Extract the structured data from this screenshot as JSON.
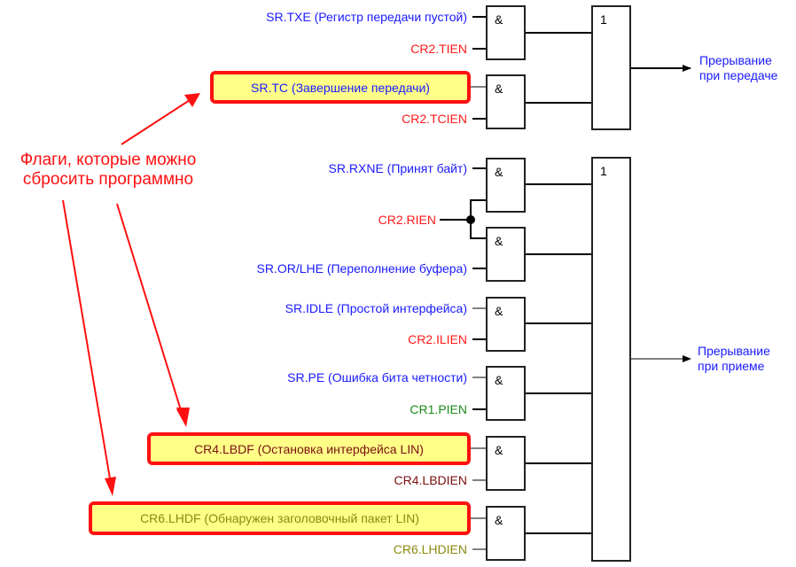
{
  "colors": {
    "flag_blue": "#1a1aff",
    "enable_red": "#ff1a1a",
    "enable_green": "#1a8c1a",
    "lin_dark_red": "#7a1010",
    "lin_olive": "#8a8a10",
    "highlight_fill": "#ffff88",
    "highlight_border": "#ff1010",
    "annotation_red": "#ff1010",
    "output_blue": "#1a1aff"
  },
  "annotation": {
    "line1": "Флаги, которые можно",
    "line2": "сбросить программно"
  },
  "transmit": {
    "or_symbol": "1",
    "output_line1": "Прерывание",
    "output_line2": "при передаче",
    "gates": [
      {
        "symbol": "&",
        "flag": "SR.TXE (Регистр передачи пустой)",
        "enable": "CR2.TIEN",
        "software_clearable": false
      },
      {
        "symbol": "&",
        "flag": "SR.TC (Завершение передачи)",
        "enable": "CR2.TCIEN",
        "software_clearable": true
      }
    ]
  },
  "receive": {
    "or_symbol": "1",
    "output_line1": "Прерывание",
    "output_line2": "при приеме",
    "shared_enable": "CR2.RIEN",
    "gates": [
      {
        "symbol": "&",
        "flag": "SR.RXNE (Принят байт)",
        "enable": "CR2.RIEN",
        "software_clearable": false
      },
      {
        "symbol": "&",
        "flag": "SR.OR/LHE (Переполнение буфера)",
        "enable": "CR2.RIEN",
        "software_clearable": false
      },
      {
        "symbol": "&",
        "flag": "SR.IDLE (Простой интерфейса)",
        "enable": "CR2.ILIEN",
        "software_clearable": false
      },
      {
        "symbol": "&",
        "flag": "SR.PE (Ошибка бита четности)",
        "enable": "CR1.PIEN",
        "software_clearable": false
      },
      {
        "symbol": "&",
        "flag": "CR4.LBDF (Остановка интерфейса LIN)",
        "enable": "CR4.LBDIEN",
        "software_clearable": true
      },
      {
        "symbol": "&",
        "flag": "CR6.LHDF (Обнаружен заголовочный пакет LIN)",
        "enable": "CR6.LHDIEN",
        "software_clearable": true
      }
    ]
  }
}
